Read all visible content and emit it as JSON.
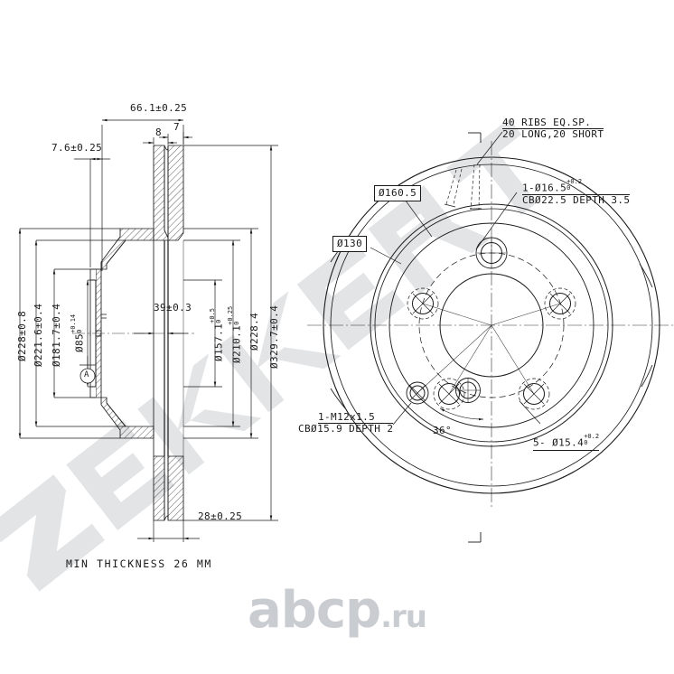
{
  "document": {
    "type": "engineering-drawing",
    "subject": "ventilated brake disc",
    "views": [
      "cross-section",
      "face-view"
    ]
  },
  "section_view": {
    "horizontal_dims": [
      {
        "name": "overall-hat-depth",
        "label": "66.1±0.25"
      },
      {
        "name": "hub-flange-offset",
        "label": "7.6±0.25"
      },
      {
        "name": "hub-wall-8",
        "label": "8"
      },
      {
        "name": "hub-wall-7",
        "label": "7"
      },
      {
        "name": "vent-core-width",
        "label": "39±0.3"
      },
      {
        "name": "disc-thickness",
        "label": "28±0.25"
      }
    ],
    "vertical_dims": [
      {
        "name": "dia-228",
        "value": "Ø228",
        "tol_plain": "±0.8"
      },
      {
        "name": "dia-221-6",
        "value": "Ø221.6",
        "tol_plain": "±0.4"
      },
      {
        "name": "dia-181-7",
        "value": "Ø181.7",
        "tol_plain": "±0.4"
      },
      {
        "name": "dia-85",
        "value": "Ø85",
        "tol_up": "+0.14",
        "tol_lo": "0"
      },
      {
        "name": "dia-157-1",
        "value": "Ø157.1",
        "tol_up": "+0.5",
        "tol_lo": "0"
      },
      {
        "name": "dia-210-1",
        "value": "Ø210.1",
        "tol_up": "+0.25",
        "tol_lo": "0"
      },
      {
        "name": "dia-228-4",
        "value": "Ø228.4",
        "tol_plain": ""
      },
      {
        "name": "dia-329-7",
        "value": "Ø329.7",
        "tol_plain": "±0.4"
      }
    ],
    "datum": {
      "name": "datum-a",
      "label": "A"
    },
    "note": "MIN THICKNESS 26 MM"
  },
  "face_view": {
    "callouts": [
      {
        "name": "ribs-note",
        "line1": "40 RIBS EQ.SP.",
        "line2": "20 LONG,20 SHORT"
      },
      {
        "name": "dia-160-5",
        "label": "Ø160.5"
      },
      {
        "name": "dia-130",
        "label": "Ø130"
      },
      {
        "name": "locating-hole",
        "line1": "1-Ø16.5",
        "line1_tol_up": "+0.2",
        "line1_tol_lo": "0",
        "line2": "CBØ22.5 DEPTH 3.5"
      },
      {
        "name": "thread-hole",
        "line1": "1-M12x1.5",
        "line2": "CBØ15.9 DEPTH 2"
      },
      {
        "name": "bolt-holes",
        "label": "5- Ø15.4",
        "tol_up": "+0.2",
        "tol_lo": "0"
      },
      {
        "name": "angle-36",
        "label": "36°"
      }
    ]
  },
  "watermark": {
    "brand": "ZEKKERT",
    "site_name": "abcp",
    "site_suffix": ".ru",
    "color": "#e2e4e6",
    "logo_color": "#c9ccd0"
  },
  "colors": {
    "line": "#1a1a1a",
    "background": "#ffffff",
    "watermark": "#e2e4e6"
  }
}
